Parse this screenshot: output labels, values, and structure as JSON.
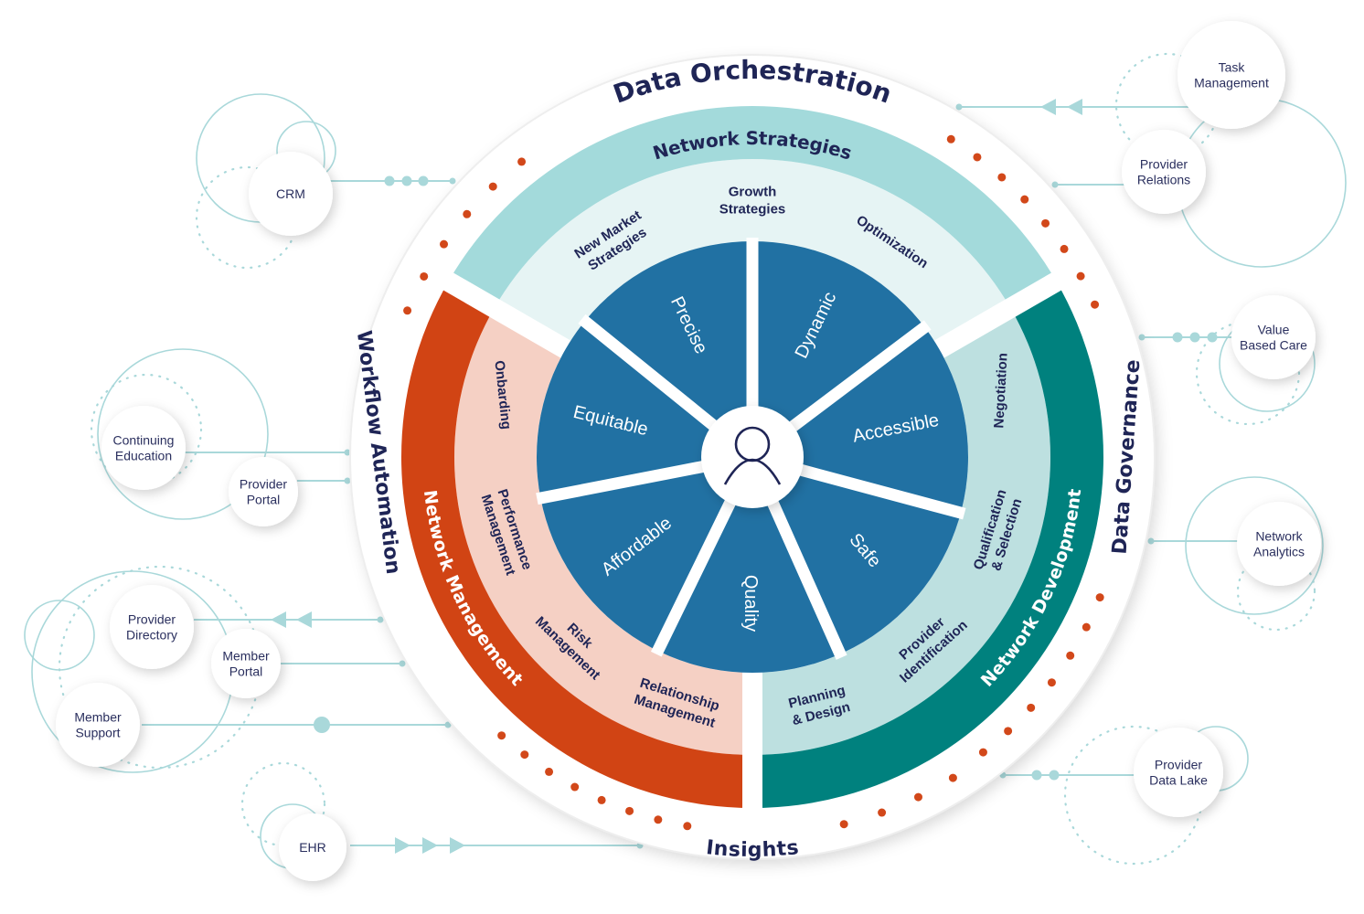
{
  "colors": {
    "navy": "#1f2556",
    "blue_wedge": "#2171a3",
    "strategies_band": "#a3dadb",
    "strategies_inner": "#e6f4f4",
    "management_band": "#d14414",
    "management_inner": "#f5d0c4",
    "development_band": "#00817e",
    "development_inner": "#bde0e0",
    "connector": "#a9d8da",
    "dot_accent": "#d2481a"
  },
  "outer_ring": {
    "top": "Data Orchestration",
    "left": "Workflow Automation",
    "right": "Data Governance",
    "bottom": "Insights"
  },
  "bands": {
    "strategies": {
      "label": "Network Strategies",
      "items": [
        {
          "lines": [
            "New Market",
            "Strategies"
          ]
        },
        {
          "lines": [
            "Growth",
            "Strategies"
          ]
        },
        {
          "lines": [
            "Optimization"
          ]
        }
      ]
    },
    "management": {
      "label": "Network Management",
      "items": [
        {
          "lines": [
            "Onbarding"
          ]
        },
        {
          "lines": [
            "Performance",
            "Management"
          ]
        },
        {
          "lines": [
            "Risk",
            "Management"
          ]
        },
        {
          "lines": [
            "Relationship",
            "Management"
          ]
        }
      ]
    },
    "development": {
      "label": "Network Development",
      "items": [
        {
          "lines": [
            "Negotiation"
          ]
        },
        {
          "lines": [
            "Qualification",
            "& Selection"
          ]
        },
        {
          "lines": [
            "Provider",
            "Identification"
          ]
        },
        {
          "lines": [
            "Planning",
            "& Design"
          ]
        }
      ]
    }
  },
  "wedges": [
    "Precise",
    "Dynamic",
    "Accessible",
    "Safe",
    "Quality",
    "Affordable",
    "Equitable"
  ],
  "center_icon": "user-icon",
  "nodes": [
    {
      "id": "task-management",
      "lines": [
        "Task",
        "Management"
      ]
    },
    {
      "id": "provider-relations",
      "lines": [
        "Provider",
        "Relations"
      ]
    },
    {
      "id": "crm",
      "lines": [
        "CRM"
      ]
    },
    {
      "id": "value-based-care",
      "lines": [
        "Value",
        "Based Care"
      ]
    },
    {
      "id": "continuing-education",
      "lines": [
        "Continuing",
        "Education"
      ]
    },
    {
      "id": "provider-portal",
      "lines": [
        "Provider",
        "Portal"
      ]
    },
    {
      "id": "network-analytics",
      "lines": [
        "Network",
        "Analytics"
      ]
    },
    {
      "id": "provider-directory",
      "lines": [
        "Provider",
        "Directory"
      ]
    },
    {
      "id": "member-portal",
      "lines": [
        "Member",
        "Portal"
      ]
    },
    {
      "id": "member-support",
      "lines": [
        "Member",
        "Support"
      ]
    },
    {
      "id": "provider-data-lake",
      "lines": [
        "Provider",
        "Data Lake"
      ]
    },
    {
      "id": "ehr",
      "lines": [
        "EHR"
      ]
    }
  ]
}
